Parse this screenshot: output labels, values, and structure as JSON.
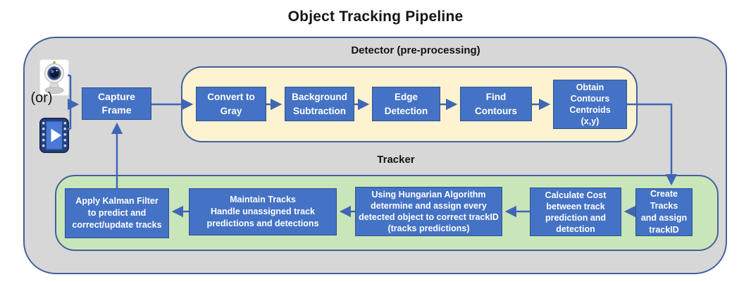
{
  "title": "Object Tracking Pipeline",
  "colors": {
    "node_fill": "#4472C4",
    "node_border": "#2F528F",
    "node_text": "#FFFFFF",
    "outer_fill": "#D7D7D7",
    "detector_fill": "#FDF3D1",
    "tracker_fill": "#C9E6BA",
    "container_border": "#44609E",
    "arrow": "#3F66B4"
  },
  "input": {
    "or_label": "(or)",
    "icons": [
      "webcam-icon",
      "video-file-icon"
    ]
  },
  "nodes": {
    "capture_frame": "Capture\nFrame"
  },
  "detector": {
    "label": "Detector (pre-processing)",
    "steps": [
      "Convert to\nGray",
      "Background\nSubtraction",
      "Edge\nDetection",
      "Find\nContours",
      "Obtain\nContours\nCentroids\n(x,y)"
    ]
  },
  "tracker": {
    "label": "Tracker",
    "steps": [
      "Create Tracks\nand assign\ntrackID",
      "Calculate Cost\nbetween track\nprediction and\ndetection",
      "Using Hungarian Algorithm\ndetermine and assign every\ndetected object to correct trackID\n(tracks predictions)",
      "Maintain Tracks\nHandle unassigned track\npredictions and detections",
      "Apply Kalman Filter\nto predict and\ncorrect/update tracks"
    ]
  }
}
